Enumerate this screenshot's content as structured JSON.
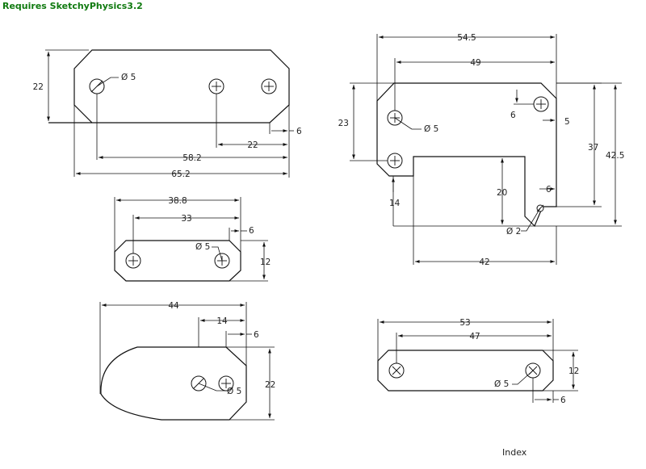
{
  "header_note": "Requires SketchyPhysics3.2",
  "footer_label": "Index",
  "ink_color": "#111111",
  "header_color": "#107a10",
  "part1": {
    "d_height": "22",
    "d_hole": "Ø 5",
    "d_edge": "6",
    "d_spacing": "22",
    "d_holes_span": "58.2",
    "d_length": "65.2"
  },
  "part2": {
    "d_width": "54.5",
    "d_hole_span_top": "49",
    "d_left_height": "23",
    "d_left_hole": "Ø 5",
    "d_right_offset_y": "6",
    "d_right_offset_x": "5",
    "d_right_height": "37",
    "d_total_height": "42.5",
    "d_bottom_left": "14",
    "d_cutout_height": "20",
    "d_small_hole": "Ø 2",
    "d_cutout_width": "42"
  },
  "part3": {
    "d_length": "38.8",
    "d_spacing": "33",
    "d_hole": "Ø 5",
    "d_edge": "6",
    "d_height": "12"
  },
  "part4": {
    "d_length": "44",
    "d_step": "14",
    "d_edge": "6",
    "d_height": "22",
    "d_hole": "Ø 5"
  },
  "part5": {
    "d_length": "53",
    "d_spacing": "47",
    "d_height": "12",
    "d_hole": "Ø 5",
    "d_edge": "6"
  }
}
